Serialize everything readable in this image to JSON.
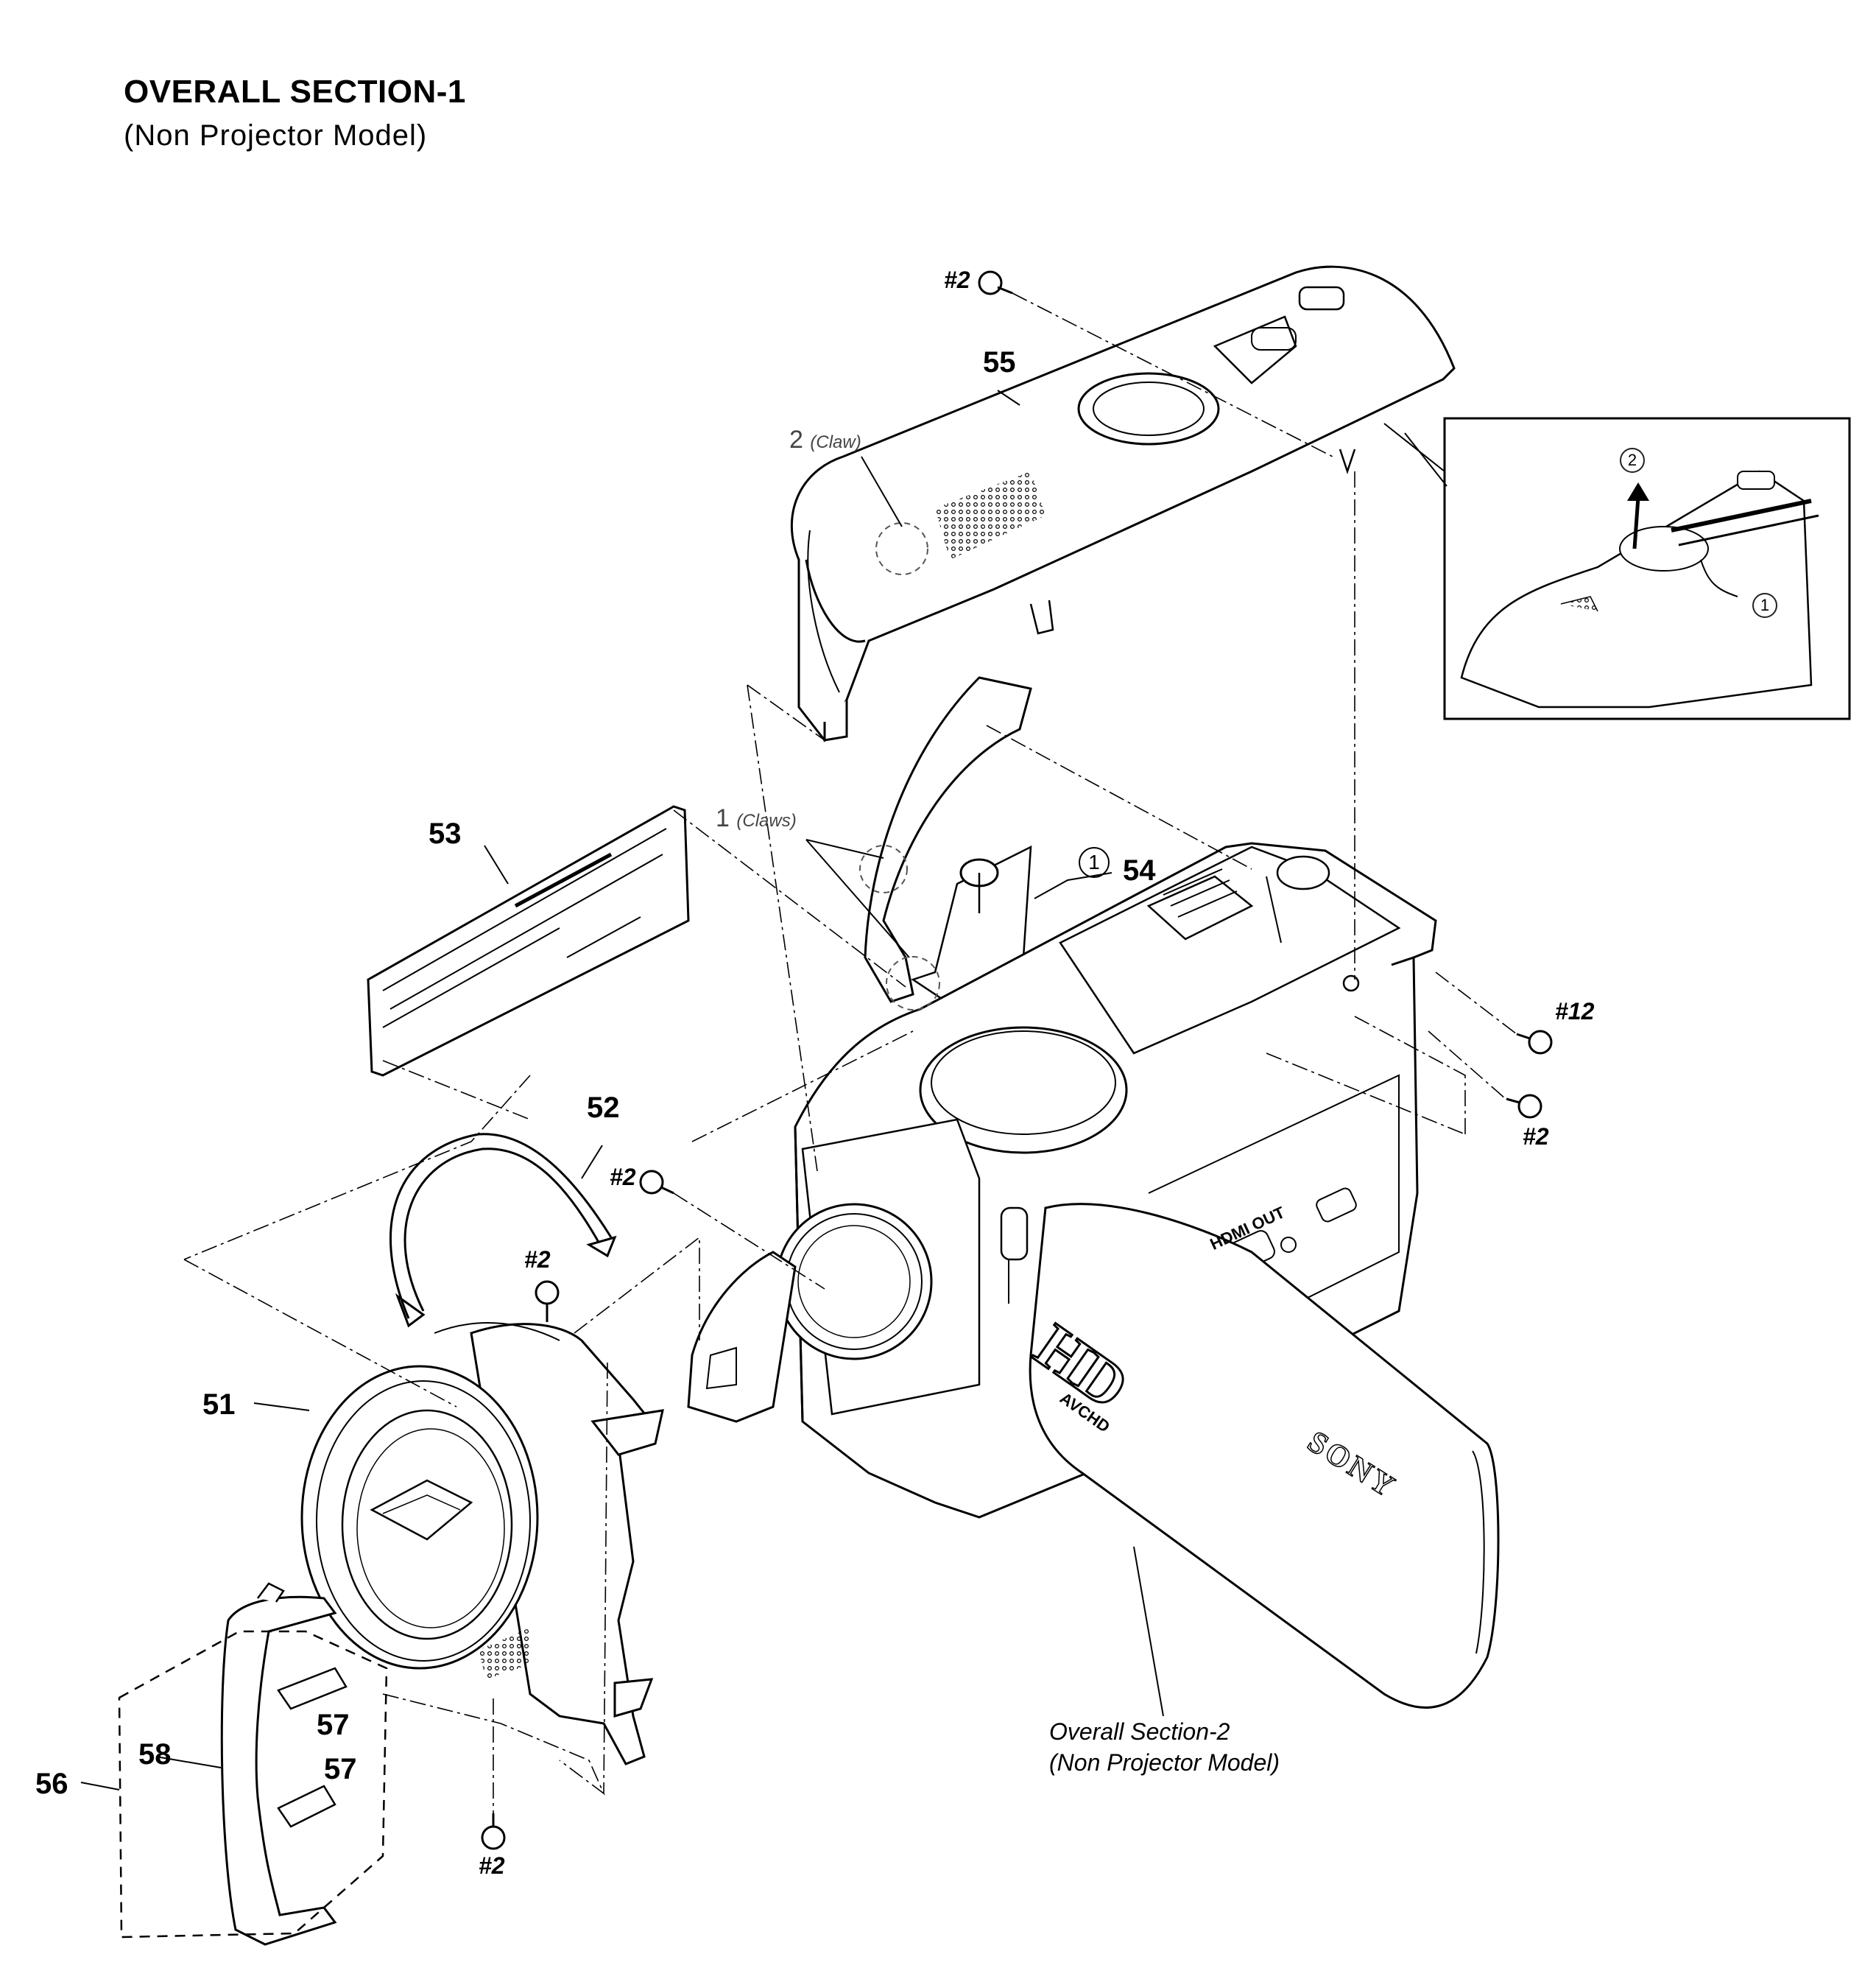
{
  "header": {
    "title": "OVERALL SECTION-1",
    "subtitle": "(Non Projector Model)"
  },
  "parts": {
    "p51": "51",
    "p52": "52",
    "p53": "53",
    "p54": "54",
    "p55": "55",
    "p56": "56",
    "p57a": "57",
    "p57b": "57",
    "p58": "58"
  },
  "screws": {
    "s2_top": "#2",
    "s12": "#12",
    "s2_right": "#2",
    "s2_middle": "#2",
    "s2_ring": "#2",
    "s2_bottom": "#2"
  },
  "claws": {
    "claw2_num": "2",
    "claw2_text": "(Claw)",
    "claw1_num": "1",
    "claw1_text": "(Claws)"
  },
  "steps": {
    "step1": "1",
    "step2": "2",
    "step_main": "1"
  },
  "body_marks": {
    "hd": "HD",
    "avchd": "AVCHD",
    "brand": "SONY",
    "hdmi": "HDMI OUT"
  },
  "reference": {
    "line1": "Overall Section-2",
    "line2": "(Non Projector Model)"
  }
}
